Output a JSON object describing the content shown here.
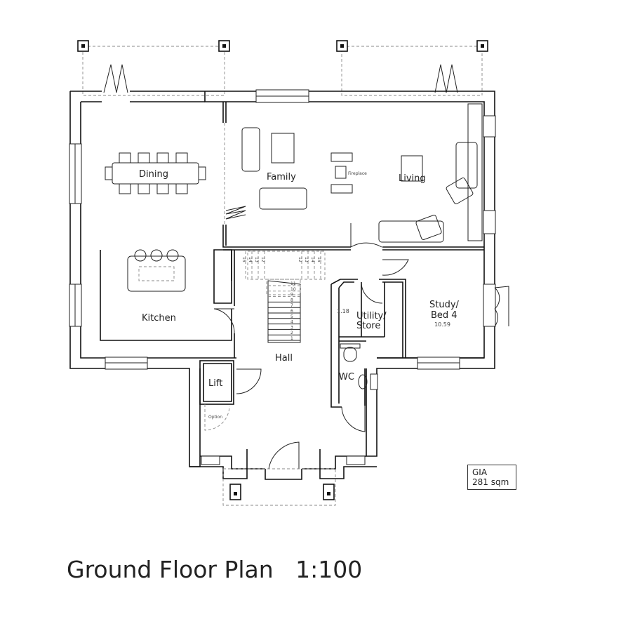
{
  "title": "Ground Floor Plan",
  "scale": "1:100",
  "gia": {
    "label": "GIA",
    "value": "281 sqm"
  },
  "rooms": {
    "dining": "Dining",
    "family": "Family",
    "fireplace": "Fireplace",
    "living": "Living",
    "kitchen": "Kitchen",
    "hall": "Hall",
    "lift": "Lift",
    "lift_option": "Option",
    "utility_line1": "Utility/",
    "utility_line2": "Store",
    "utility_dim": "1.18",
    "wc": "WC",
    "study_line1": "Study/",
    "study_line2": "Bed 4",
    "study_dim": "10.59"
  },
  "stairs": {
    "steps": [
      "1",
      "2",
      "3",
      "4",
      "5",
      "6",
      "7",
      "8",
      "9",
      "10",
      "11"
    ],
    "upper_left": [
      "15",
      "14",
      "13",
      "12"
    ],
    "upper_right": [
      "12",
      "13",
      "14",
      "15"
    ]
  }
}
